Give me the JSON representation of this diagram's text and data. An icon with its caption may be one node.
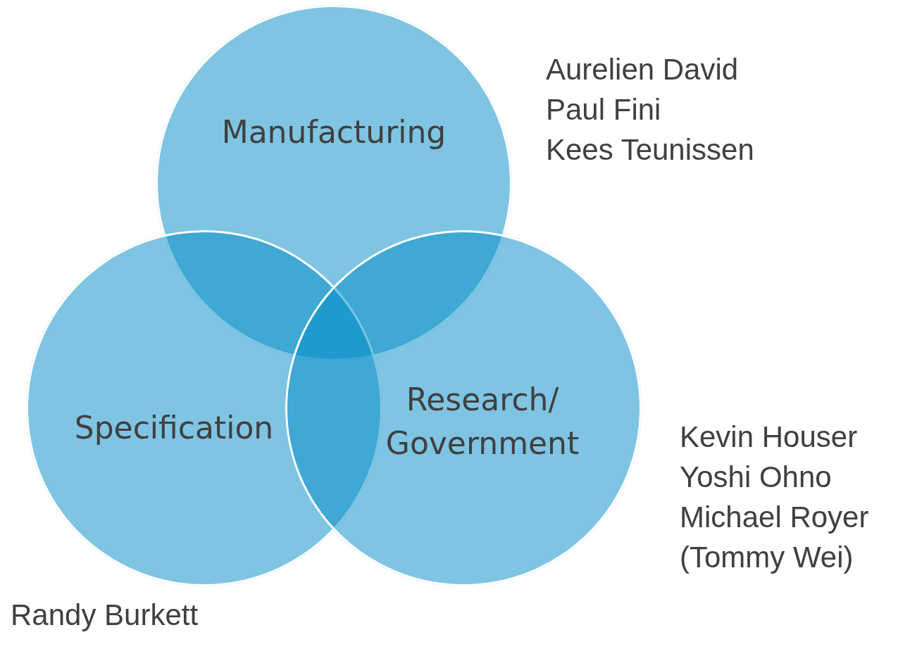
{
  "diagram": {
    "nodes": [
      {
        "text": [
          "Manufacturing"
        ],
        "beside": [
          "Aurelien David",
          "Paul Fini",
          "Kees Teunissen"
        ]
      },
      {
        "text": [
          "Specification"
        ],
        "beside": [
          "Randy Burkett"
        ]
      },
      {
        "text": [
          "Research/ Government"
        ],
        "beside": [
          "Kevin Houser",
          "Yoshi Ohno",
          "Michael Royer",
          "(Tommy Wei)"
        ]
      }
    ]
  }
}
